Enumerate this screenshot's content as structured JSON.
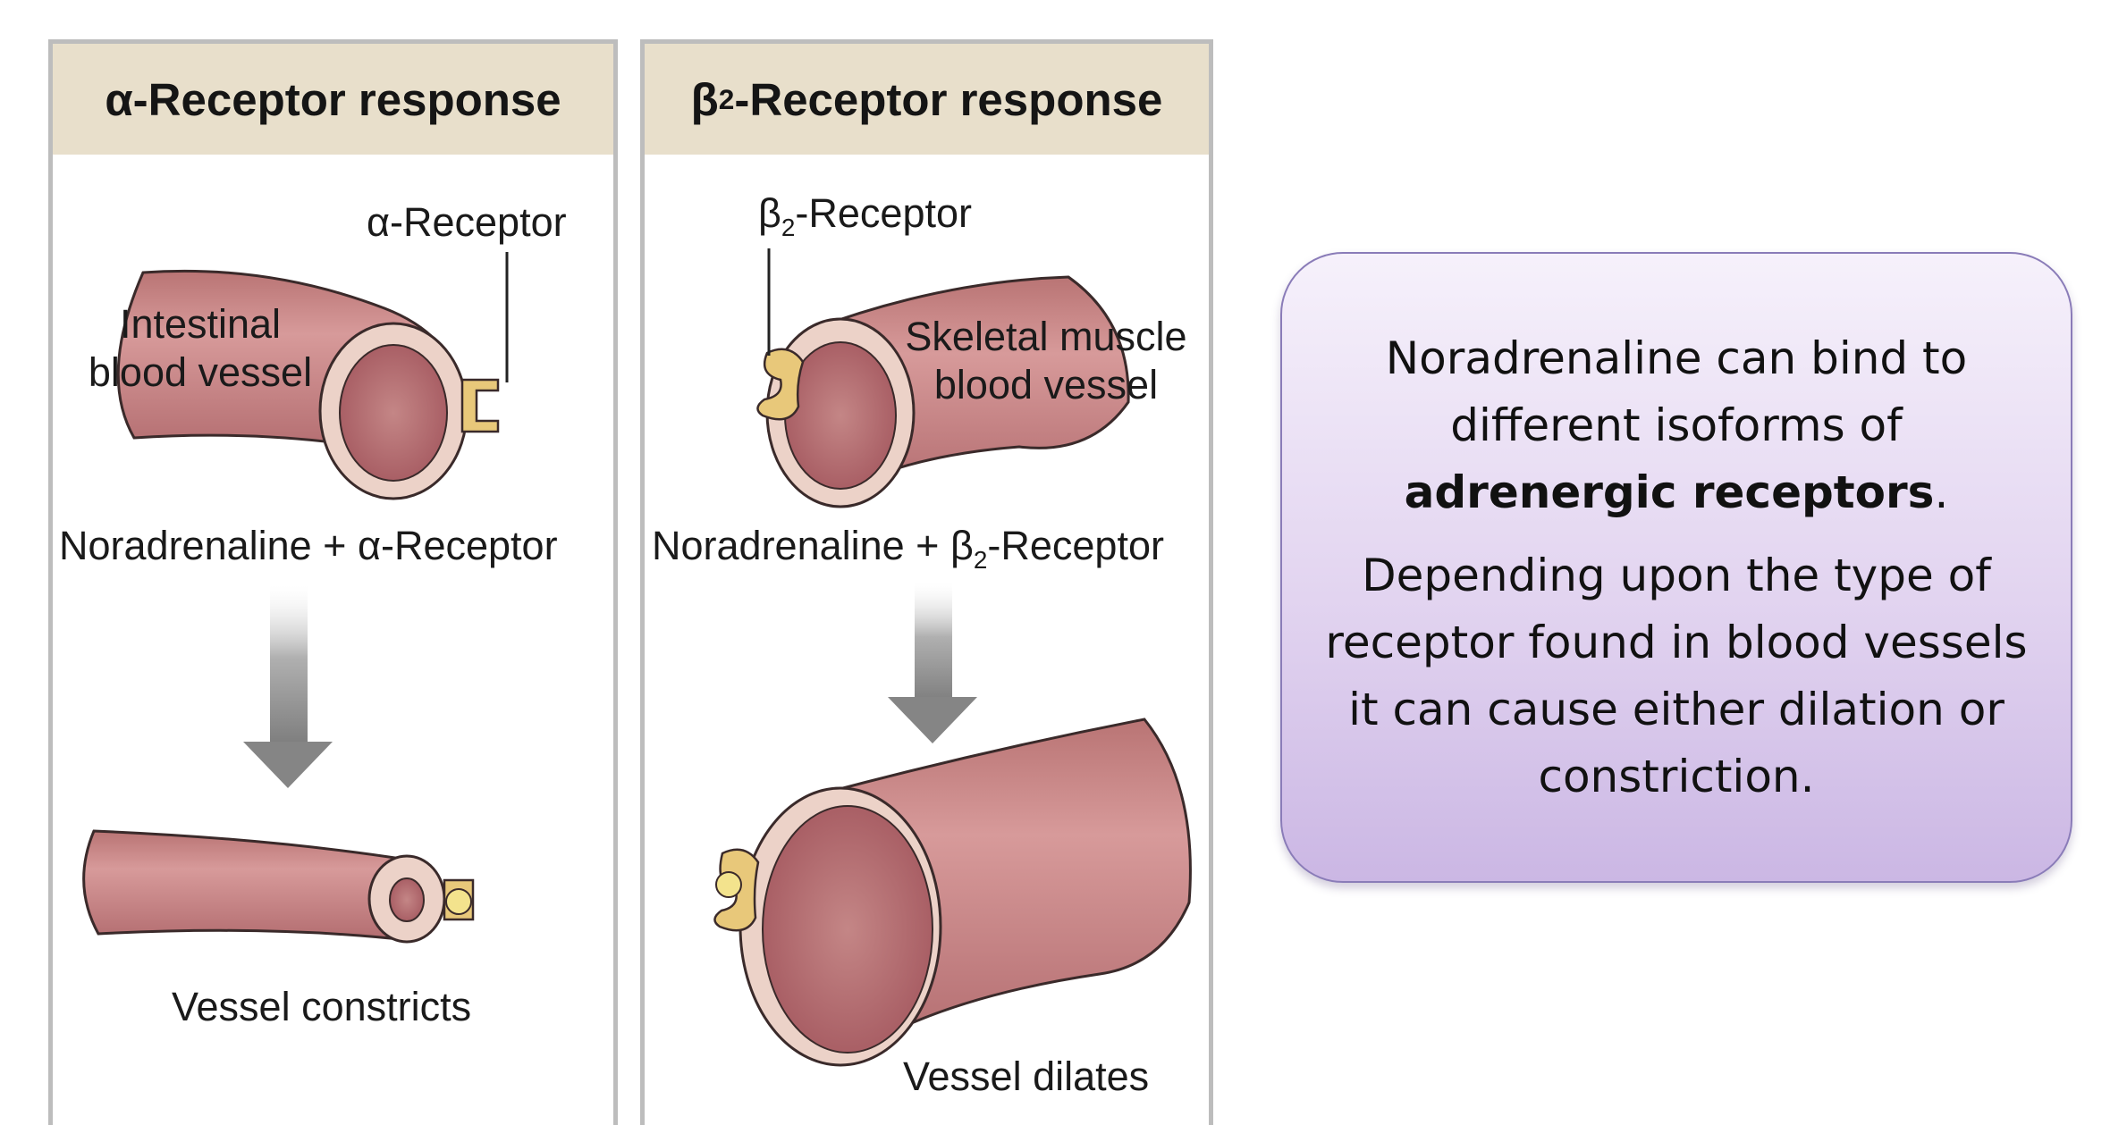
{
  "alpha_panel": {
    "title_prefix": "α-Receptor response",
    "receptor_label": "α-Receptor",
    "vessel_label_line1": "Intestinal",
    "vessel_label_line2": "blood vessel",
    "binding_label": "Noradrenaline + α-Receptor",
    "result_label": "Vessel constricts"
  },
  "beta_panel": {
    "title_greek": "β",
    "title_sub": "2",
    "title_rest": "-Receptor response",
    "receptor_greek": "β",
    "receptor_sub": "2",
    "receptor_rest": "-Receptor",
    "vessel_label_line1": "Skeletal muscle",
    "vessel_label_line2": "blood vessel",
    "binding_prefix": "Noradrenaline + β",
    "binding_sub": "2",
    "binding_rest": "-Receptor",
    "result_label": "Vessel dilates"
  },
  "info_box": {
    "para1_text": "Noradrenaline can bind to different isoforms of",
    "para1_bold": "adrenergic receptors",
    "para1_end": ".",
    "para2": "Depending upon the type of receptor found in blood vessels it can cause either dilation or constriction."
  },
  "colors": {
    "header_bg": "#e8dfcb",
    "panel_border": "#bdbdbd",
    "vessel": "#c98383",
    "receptor": "#e8c87a",
    "arrow": "#8a8a8a",
    "info_bg": "#dccdee"
  }
}
